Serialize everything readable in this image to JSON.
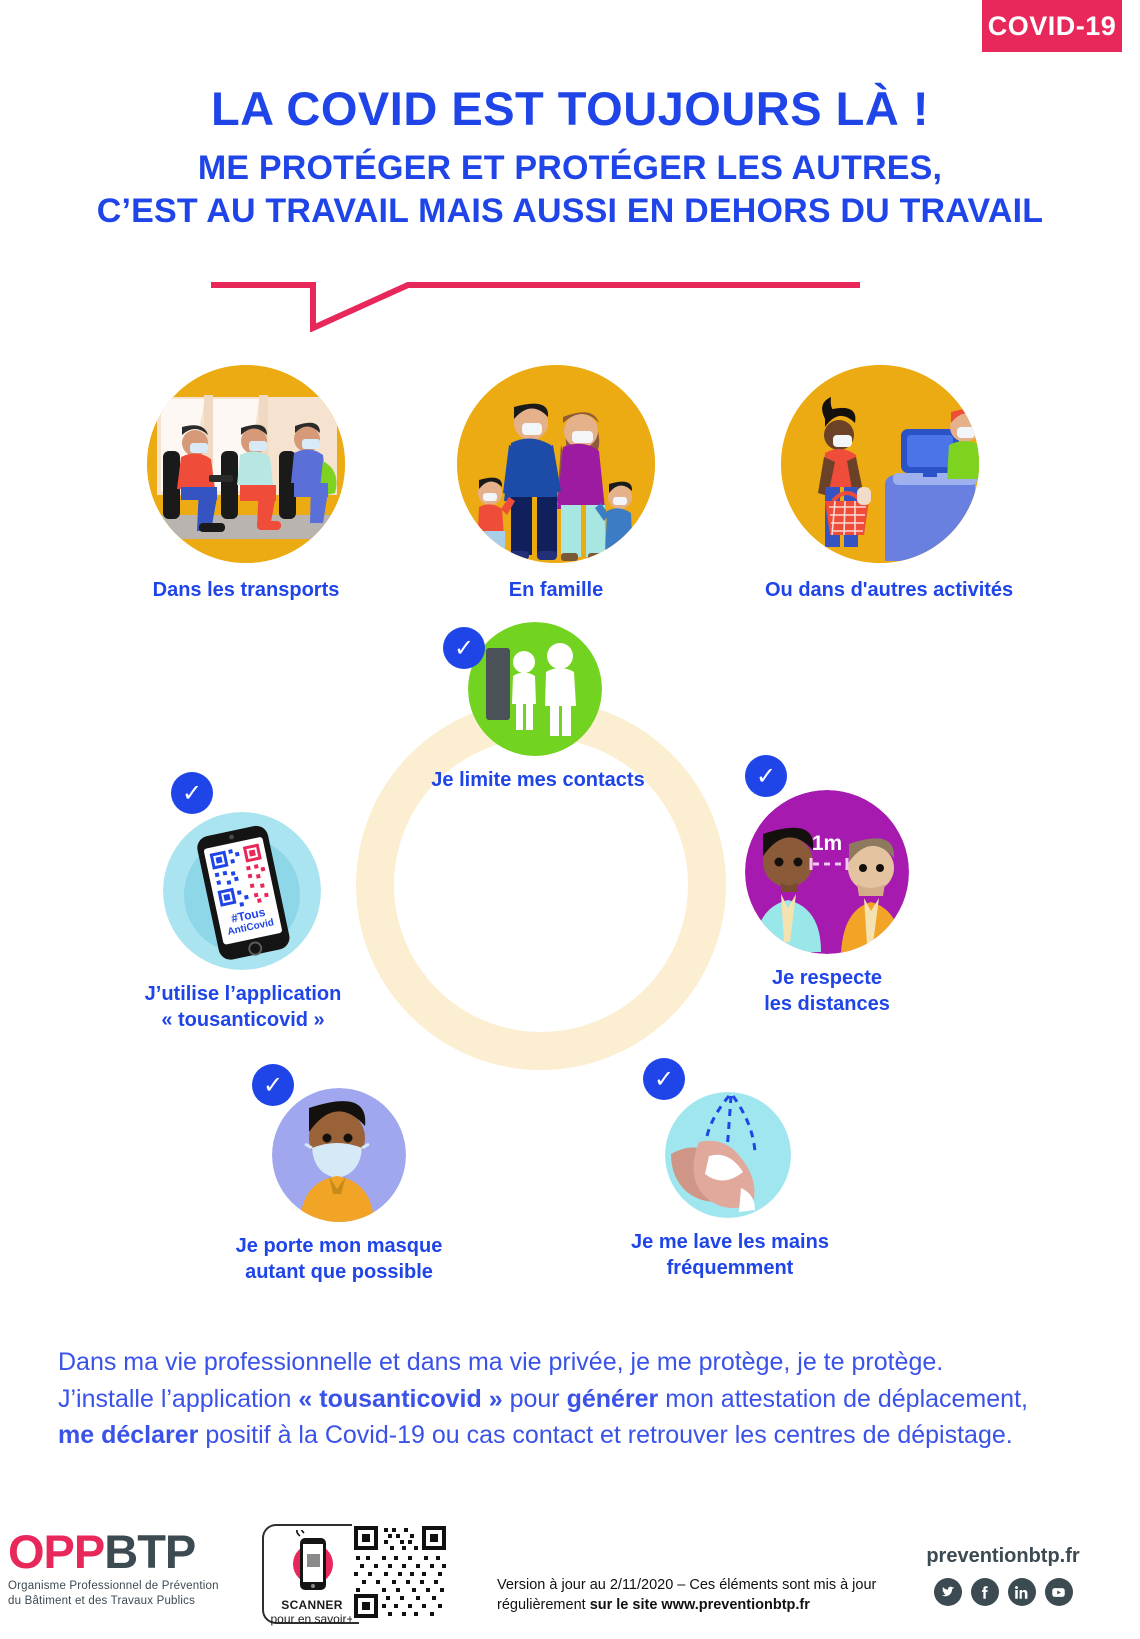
{
  "badge": {
    "label": "COVID-19",
    "color": "#e8275a"
  },
  "title": {
    "main": "LA COVID EST TOUJOURS LÀ !",
    "line1": "ME PROTÉGER ET PROTÉGER LES AUTRES,",
    "line2": "C’EST AU TRAVAIL MAIS AUSSI EN DEHORS DU TRAVAIL",
    "color": "#1f45e8"
  },
  "contexts": [
    {
      "label": "Dans les transports",
      "icon": "bus-passengers-icon",
      "bg": "#ecab12"
    },
    {
      "label": "En famille",
      "icon": "family-icon",
      "bg": "#ecab12"
    },
    {
      "label": "Ou dans d'autres activités",
      "icon": "shopping-checkout-icon",
      "bg": "#ecab12"
    }
  ],
  "gestures": [
    {
      "id": "limit-contacts",
      "label": "Je limite mes contacts",
      "icon": "two-people-door-icon",
      "bg": "#72d320",
      "check": "✓"
    },
    {
      "id": "distance",
      "label_line1": "Je respecte",
      "label_line2": "les distances",
      "distance_value": "1m",
      "icon": "two-people-distance-icon",
      "bg": "#a71ab0",
      "check": "✓"
    },
    {
      "id": "wash-hands",
      "label_line1": "Je me lave les mains",
      "label_line2": "fréquemment",
      "icon": "washing-hands-icon",
      "bg": "#9fe6ee",
      "check": "✓"
    },
    {
      "id": "wear-mask",
      "label_line1": "Je porte mon masque",
      "label_line2": "autant que possible",
      "icon": "person-mask-icon",
      "bg": "#a0a7ee",
      "check": "✓"
    },
    {
      "id": "app",
      "label_line1": "J’utilise l’application",
      "label_line2": "« tousanticovid »",
      "icon": "smartphone-qr-icon",
      "bg": "#a9e4f0",
      "app_tag_line1": "#Tous",
      "app_tag_line2": "AntiCovid",
      "check": "✓"
    }
  ],
  "ring": {
    "color": "#fbeed1"
  },
  "body": {
    "line1": "Dans ma vie professionnelle et dans ma vie privée, je me protège, je te protège.",
    "line2_a": "J’install",
    "line2_pre": "J’installe l’application ",
    "line2_bold1": "« tousanticovid »",
    "line2_mid": " pour ",
    "line2_bold2": "générer",
    "line2_post": " mon attestation de déplacement,",
    "line3_bold": "me déclarer",
    "line3_post": " positif à la Covid-19 ou cas contact et retrouver les centres de dépistage."
  },
  "footer": {
    "logo_opp": "OPP",
    "logo_btp": "BTP",
    "logo_sub_line1": "Organisme Professionnel de Prévention",
    "logo_sub_line2": "du Bâtiment et des Travaux Publics",
    "scanner_line1": "SCANNER",
    "scanner_line2": "pour en savoir+",
    "version_pre": "Version à jour au 2/11/2020 – Ces éléments sont mis à jour régulièrement ",
    "version_bold": "sur le site www.preventionbtp.fr",
    "site": "preventionbtp.fr",
    "socials": [
      "twitter-icon",
      "facebook-icon",
      "linkedin-icon",
      "youtube-icon"
    ]
  }
}
